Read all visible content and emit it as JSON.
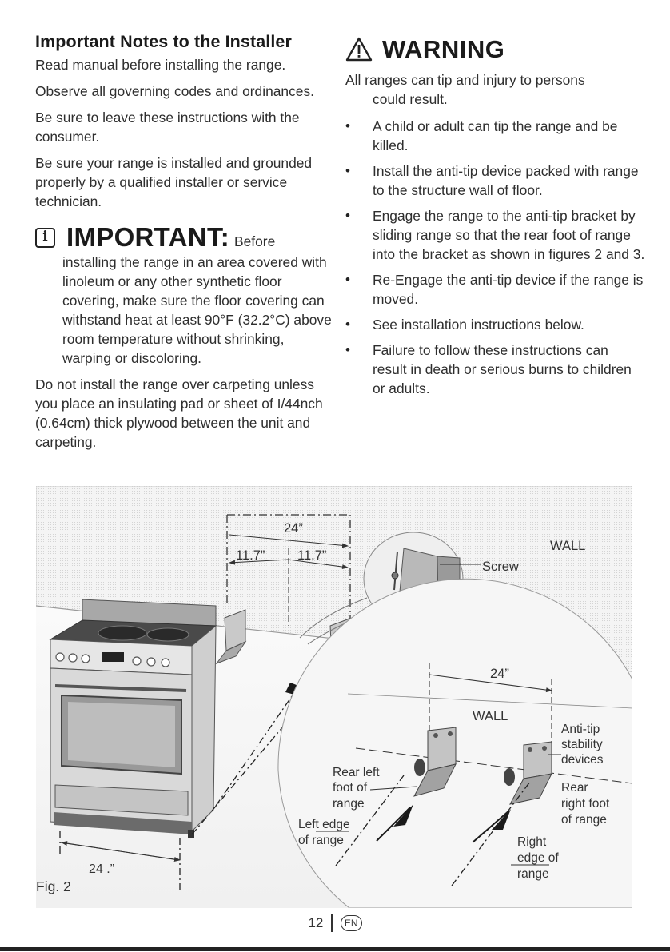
{
  "left": {
    "title": "Important Notes to the Installer",
    "paragraphs": [
      "Read manual before installing the range.",
      "Observe all governing codes and ordinances.",
      "Be sure to leave these instructions with the consumer.",
      "Be sure your range is installed and grounded properly by a qualified installer or service technician."
    ],
    "important": {
      "icon": "info-icon",
      "icon_glyph": "i",
      "word": "IMPORTANT:",
      "lead": "Before",
      "text": "installing the range in an area covered with linoleum or any other synthetic floor covering, make sure the floor covering can withstand heat at least 90°F (32.2°C) above room temperature without shrinking, warping or discoloring."
    },
    "closing": "Do not install the range over carpeting unless you place an insulating pad or sheet of I/44nch (0.64cm) thick plywood between the unit and carpeting."
  },
  "warning": {
    "icon": "warning-triangle-icon",
    "word": "WARNING",
    "intro_line1": "All ranges can tip and  injury to persons",
    "intro_line2": "could result.",
    "items": [
      "A child or adult can tip the range and be killed.",
      "Install the anti-tip device packed with range to the structure wall of floor.",
      "Engage the range to the anti-tip bracket by sliding range so that the rear foot of range into the bracket as shown in figures 2 and 3.",
      "Re-Engage the anti-tip device if the range is moved.",
      "See installation instructions below.",
      "Failure to follow these instructions can result in death or serious burns to children or adults."
    ]
  },
  "figure": {
    "dim_total_top": "24”",
    "dim_half_left": "11.7”",
    "dim_half_right": "11.7”",
    "wall_top": "WALL",
    "screw": "Screw",
    "dim_total_inset": "24”",
    "wall_inset": "WALL",
    "anti_tip": [
      "Anti-tip",
      "stability",
      "devices"
    ],
    "rear_left": [
      "Rear left",
      "foot of",
      "range"
    ],
    "left_edge": [
      "Left edge",
      "of range"
    ],
    "rear_right": [
      "Rear",
      "right foot",
      "of range"
    ],
    "right_edge": [
      "Right",
      "edge of",
      "range"
    ],
    "dim_bottom": "24  .”",
    "label": "Fig. 2"
  },
  "footer": {
    "page": "12",
    "lang": "EN"
  }
}
